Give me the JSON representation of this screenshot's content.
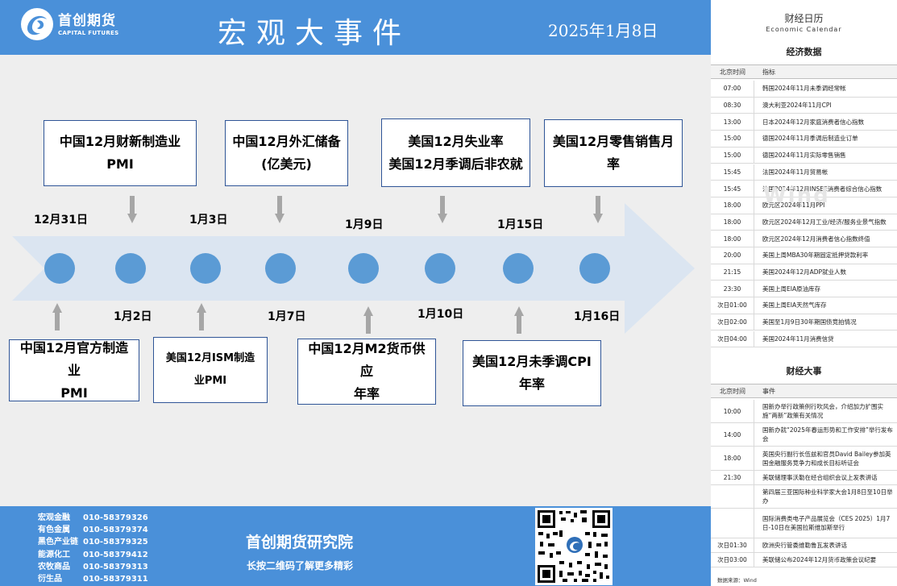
{
  "header": {
    "logo_cn": "首创期货",
    "logo_en": "CAPITAL FUTURES",
    "title": "宏观大事件",
    "date": "2025年1月8日"
  },
  "timeline": {
    "top_events": [
      {
        "lines": [
          "中国12月财新制造业",
          "PMI"
        ]
      },
      {
        "lines": [
          "中国12月外汇储备",
          "(亿美元)"
        ]
      },
      {
        "lines": [
          "美国12月失业率",
          "美国12月季调后非农就"
        ]
      },
      {
        "lines": [
          "美国12月零售销售月",
          "率"
        ]
      }
    ],
    "bottom_events": [
      {
        "lines": [
          "中国12月官方制造业",
          "PMI"
        ]
      },
      {
        "lines": [
          "美国12月ISM制造",
          "业PMI"
        ]
      },
      {
        "lines": [
          "中国12月M2货币供应",
          "年率"
        ]
      },
      {
        "lines": [
          "美国12月未季调CPI",
          "年率"
        ]
      }
    ],
    "top_dates": [
      "12月31日",
      "1月3日",
      "1月9日",
      "1月15日"
    ],
    "bottom_dates": [
      "1月2日",
      "1月7日",
      "1月10日",
      "1月16日"
    ],
    "dot_color": "#5b9bd5",
    "arrow_color": "#dbe5f1"
  },
  "footer": {
    "contacts": [
      {
        "name": "宏观金融",
        "phone": "010-58379326"
      },
      {
        "name": "有色金属",
        "phone": "010-58379374"
      },
      {
        "name": "黑色产业链",
        "phone": "010-58379325"
      },
      {
        "name": "能源化工",
        "phone": "010-58379412"
      },
      {
        "name": "农牧商品",
        "phone": "010-58379313"
      },
      {
        "name": "衍生品",
        "phone": "010-58379311"
      }
    ],
    "institute": "首创期货研究院",
    "slogan": "长按二维码了解更多精彩"
  },
  "calendar": {
    "title": "财经日历",
    "subtitle": "Economic Calendar",
    "watermark": "Wind",
    "econ_title": "经济数据",
    "econ_headers": [
      "北京时间",
      "指标"
    ],
    "econ_rows": [
      {
        "time": "07:00",
        "item": "韩国2024年11月未季调经常帐"
      },
      {
        "time": "08:30",
        "item": "澳大利亚2024年11月CPI"
      },
      {
        "time": "13:00",
        "item": "日本2024年12月家庭消费者信心指数"
      },
      {
        "time": "15:00",
        "item": "德国2024年11月季调后制造业订单"
      },
      {
        "time": "15:00",
        "item": "德国2024年11月实际零售销售"
      },
      {
        "time": "15:45",
        "item": "法国2024年11月贸易帐"
      },
      {
        "time": "15:45",
        "item": "法国2024年12月INSEE消费者综合信心指数"
      },
      {
        "time": "18:00",
        "item": "欧元区2024年11月PPI"
      },
      {
        "time": "18:00",
        "item": "欧元区2024年12月工业/经济/服务业景气指数"
      },
      {
        "time": "18:00",
        "item": "欧元区2024年12月消费者信心指数终值"
      },
      {
        "time": "20:00",
        "item": "美国上周MBA30年期固定抵押贷款利率"
      },
      {
        "time": "21:15",
        "item": "美国2024年12月ADP就业人数"
      },
      {
        "time": "23:30",
        "item": "美国上周EIA原油库存"
      },
      {
        "time": "次日01:00",
        "item": "美国上周EIA天然气库存"
      },
      {
        "time": "次日02:00",
        "item": "美国至1月9日30年期国债竞拍情况"
      },
      {
        "time": "次日04:00",
        "item": "美国2024年11月消费信贷"
      }
    ],
    "events_title": "财经大事",
    "events_headers": [
      "北京时间",
      "事件"
    ],
    "event_rows": [
      {
        "time": "10:00",
        "item": "国新办举行政策例行吹风会，介绍加力扩围实施“两新”政策有关情况"
      },
      {
        "time": "14:00",
        "item": "国新办就“2025年春运形势和工作安排”举行发布会"
      },
      {
        "time": "18:00",
        "item": "英国央行副行长伍兹和官员David Bailey参加英国金融服务竞争力和成长目标听证会"
      },
      {
        "time": "21:30",
        "item": "美联储理事沃勒在经合组织会议上发表讲话"
      },
      {
        "time": "",
        "item": "第四届三亚国际种业科学家大会1月8日至10日举办"
      },
      {
        "time": "",
        "item": "国际消费类电子产品展览会（CES 2025）1月7日-10日在美国拉斯维加斯举行"
      },
      {
        "time": "次日01:30",
        "item": "欧洲央行管委维勒鲁瓦发表讲话"
      },
      {
        "time": "次日03:00",
        "item": "美联储公布2024年12月货币政策会议纪要"
      }
    ],
    "source": "数据来源：Wind"
  }
}
